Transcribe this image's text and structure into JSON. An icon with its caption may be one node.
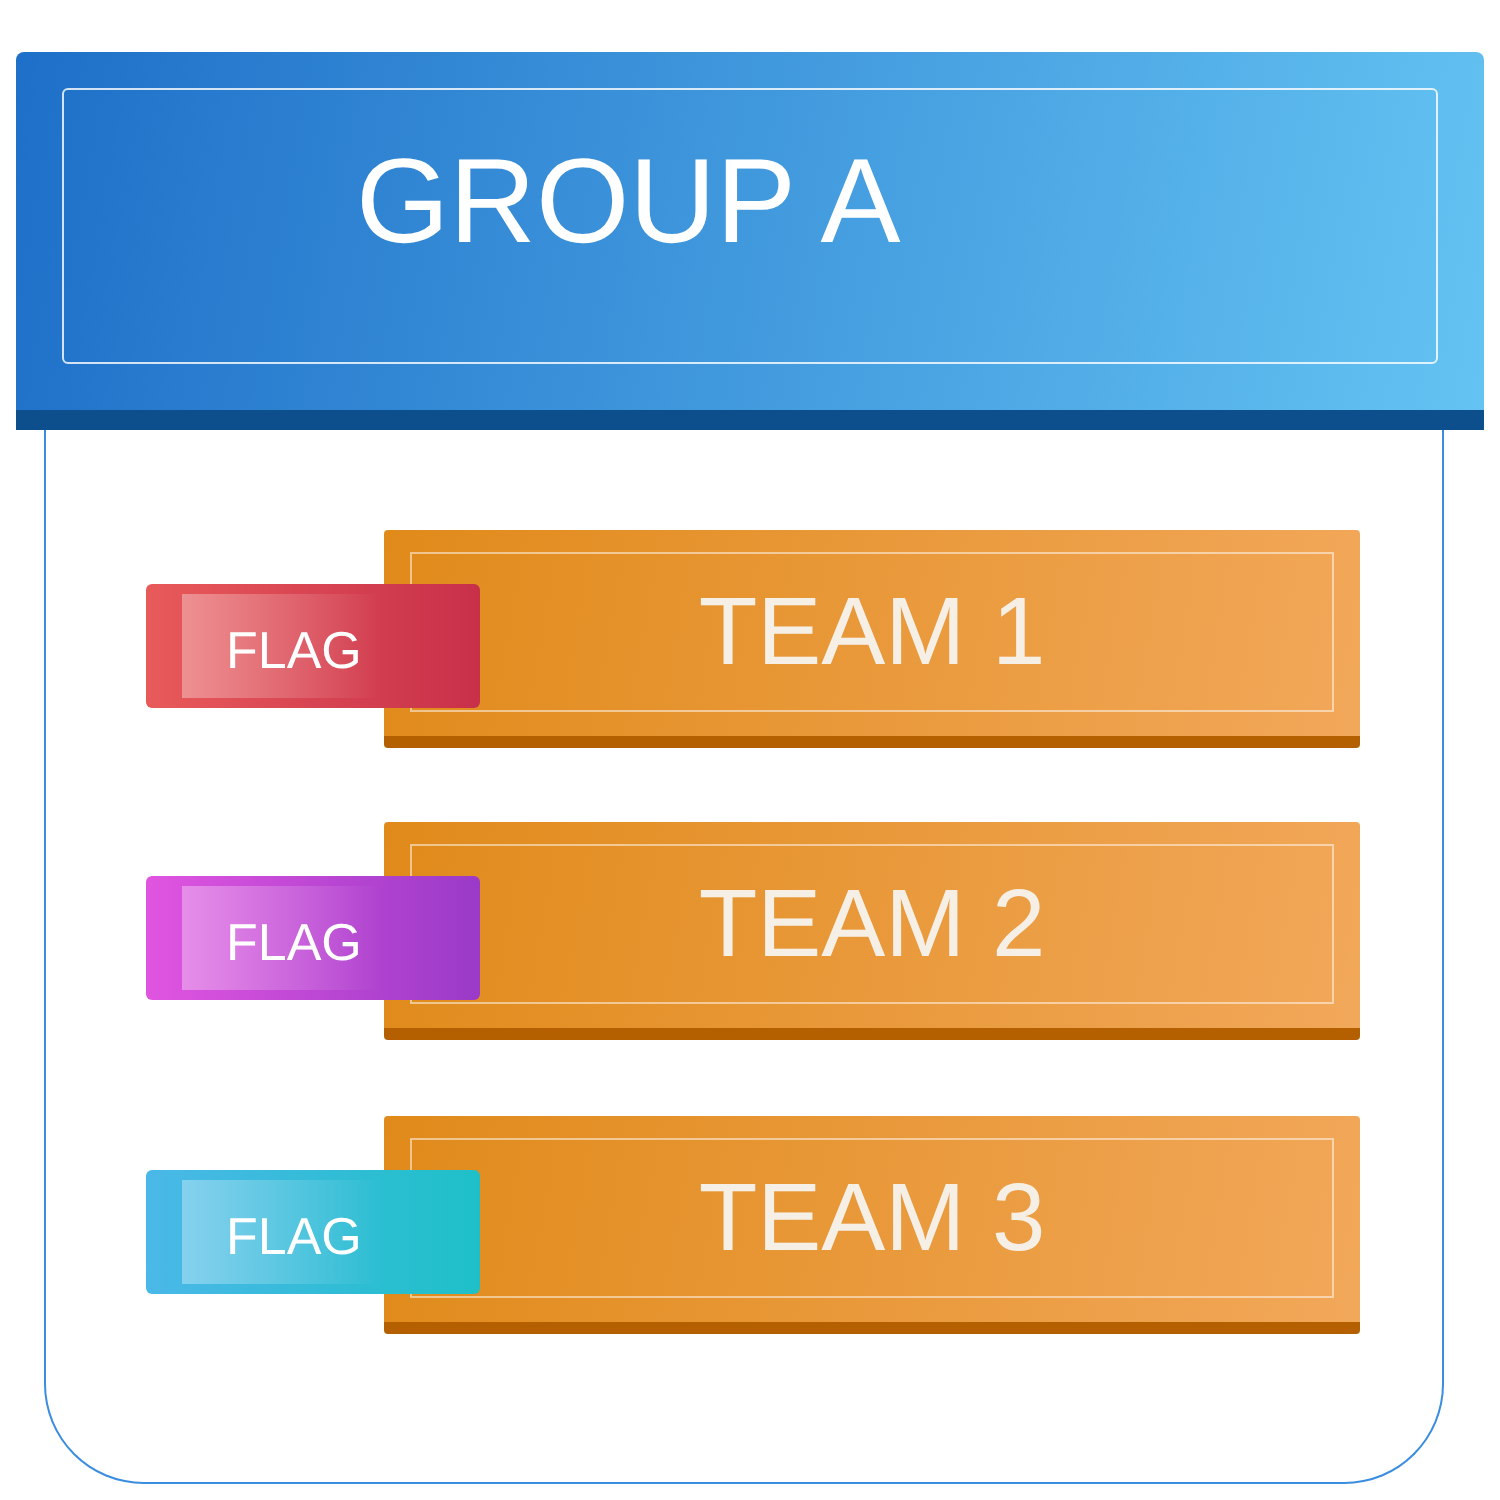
{
  "diagram": {
    "nodes": [
      {
        "text": [
          "GROUP A"
        ]
      },
      {
        "text": [
          "FLAG"
        ],
        "in": 0
      },
      {
        "text": [
          "TEAM 1"
        ],
        "in": 0
      },
      {
        "text": [
          "FLAG"
        ],
        "in": 0
      },
      {
        "text": [
          "TEAM 2"
        ],
        "in": 0
      },
      {
        "text": [
          "FLAG"
        ],
        "in": 0
      },
      {
        "text": [
          "TEAM 3"
        ],
        "in": 0
      }
    ]
  }
}
